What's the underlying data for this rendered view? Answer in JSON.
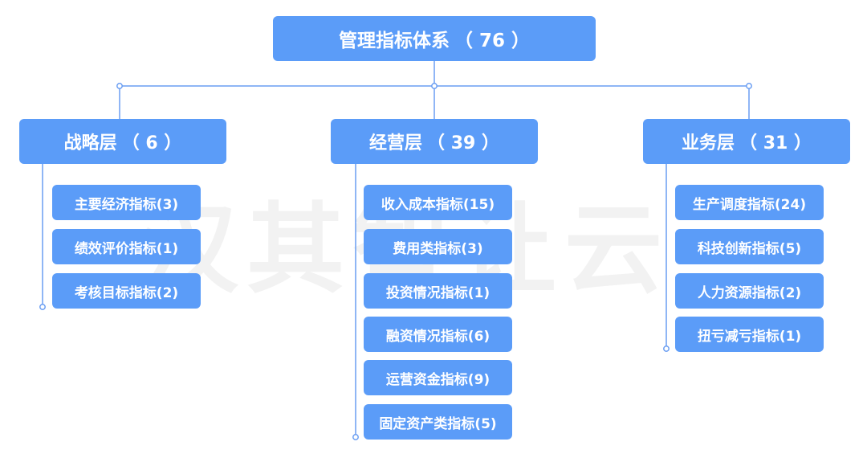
{
  "root": {
    "name": "管理指标体系",
    "count": "（ 76 ）"
  },
  "watermark": "汉其智让云",
  "layers": [
    {
      "name": "战略层",
      "count": "（ 6 ）",
      "items": [
        "主要经济指标(3)",
        "绩效评价指标(1)",
        "考核目标指标(2)"
      ]
    },
    {
      "name": "经营层",
      "count": "（ 39 ）",
      "items": [
        "收入成本指标(15)",
        "费用类指标(3)",
        "投资情况指标(1)",
        "融资情况指标(6)",
        "运营资金指标(9)",
        "固定资产类指标(5)"
      ]
    },
    {
      "name": "业务层",
      "count": "（ 31 ）",
      "items": [
        "生产调度指标(24)",
        "科技创新指标(5)",
        "人力资源指标(2)",
        "扭亏减亏指标(1)"
      ]
    }
  ],
  "colors": {
    "box": "#5b9cf8",
    "line": "#6a9ef2",
    "text": "#ffffff",
    "watermark": "#f2f2f2"
  }
}
